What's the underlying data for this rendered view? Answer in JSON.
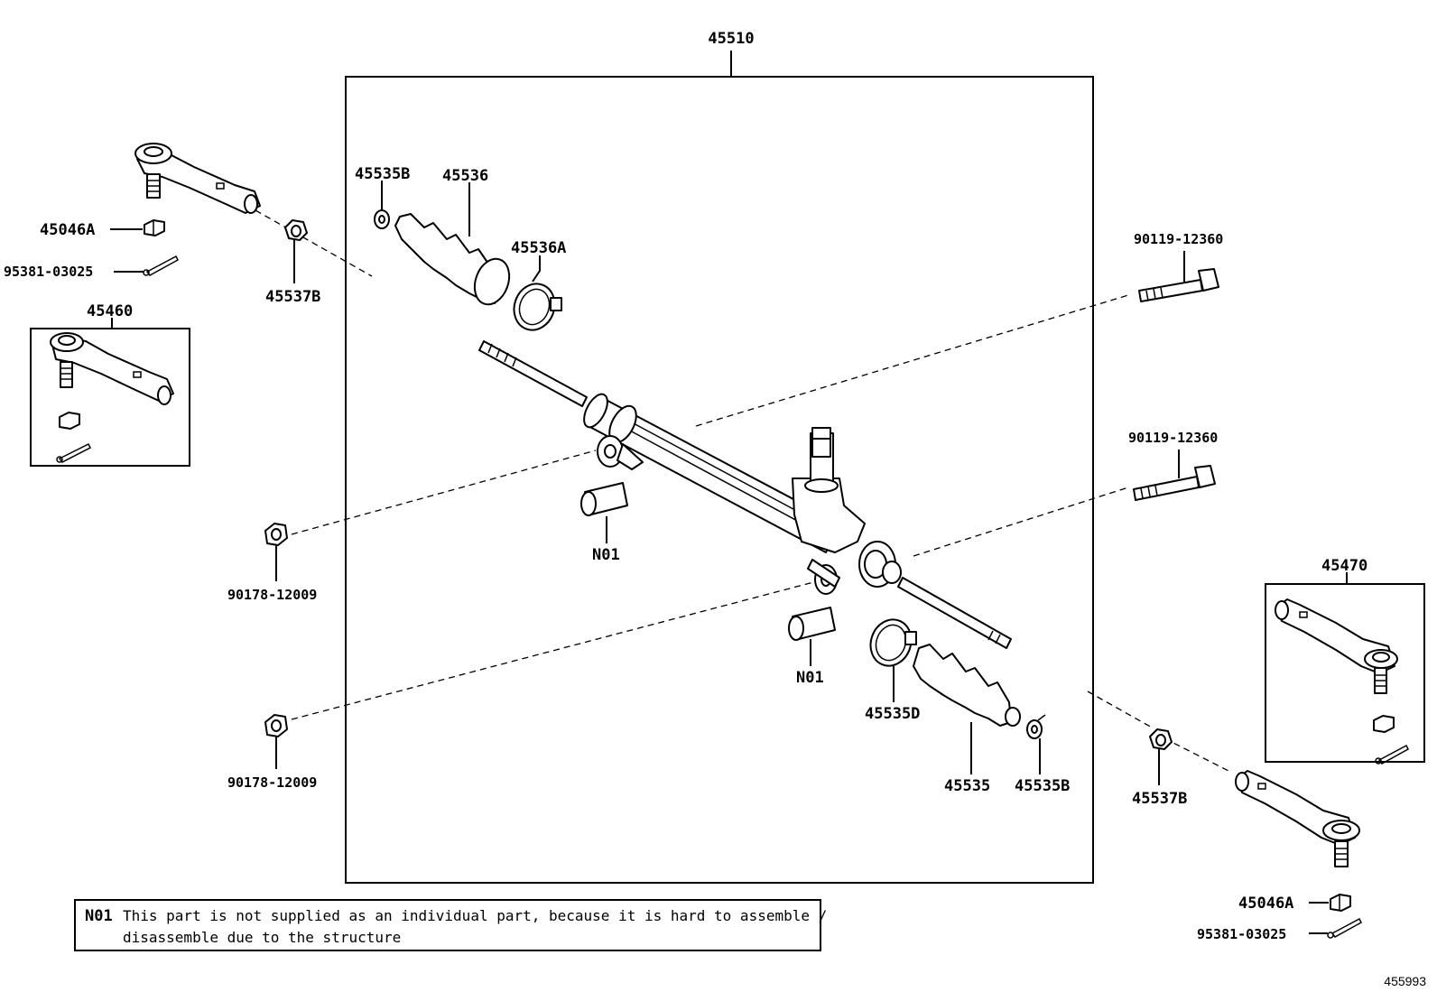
{
  "assembly": {
    "main_number": "45510",
    "figure_number": "455993"
  },
  "callouts": {
    "boot_clamp_upper": "45535B",
    "boot_upper": "45536",
    "boot_band_upper": "45536A",
    "bolt_upper": "90119-12360",
    "bolt_lower": "90119-12360",
    "nut_upper": "90178-12009",
    "nut_lower": "90178-12009",
    "bushing_upper": "N01",
    "bushing_lower": "N01",
    "boot_band_lower": "45535D",
    "boot_lower": "45535",
    "boot_clamp_lower": "45535B",
    "tie_rod_end_left_nut": "45046A",
    "tie_rod_end_left_pin": "95381-03025",
    "tie_rod_end_left_locknut": "45537B",
    "tie_rod_end_left_assy": "45460",
    "tie_rod_end_right_assy": "45470",
    "tie_rod_end_right_locknut": "45537B",
    "tie_rod_end_right_nut": "45046A",
    "tie_rod_end_right_pin": "95381-03025"
  },
  "note": {
    "code": "N01",
    "line1": "This part is not supplied as an individual part, because it is hard to assemble /",
    "line2": "disassemble due to the structure"
  }
}
